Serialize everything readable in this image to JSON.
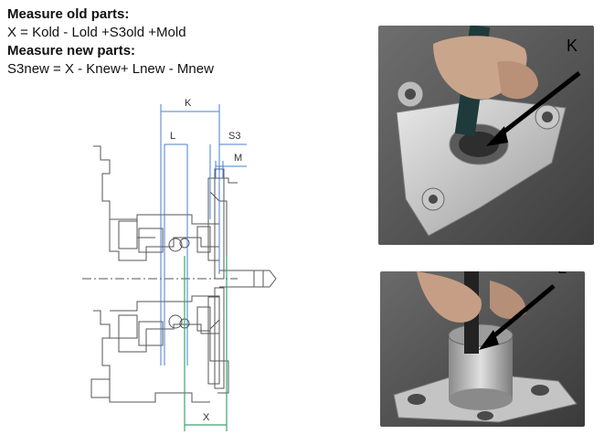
{
  "formulas": {
    "old_heading": "Measure old parts:",
    "old_formula": "X = Kold - Lold +S3old +Mold",
    "new_heading": "Measure new parts:",
    "new_formula": "S3new = X - Knew+ Lnew - Mnew"
  },
  "diagram": {
    "label_k": "K",
    "label_l": "L",
    "label_s3": "S3",
    "label_m": "M",
    "label_x": "X",
    "dot_mark": ":"
  },
  "photos": {
    "top_label": "K",
    "bottom_label": "L"
  },
  "colors": {
    "blue_dimension": "#4a7fd0",
    "green_dimension": "#3aa86b",
    "drawing_line": "#555555"
  }
}
